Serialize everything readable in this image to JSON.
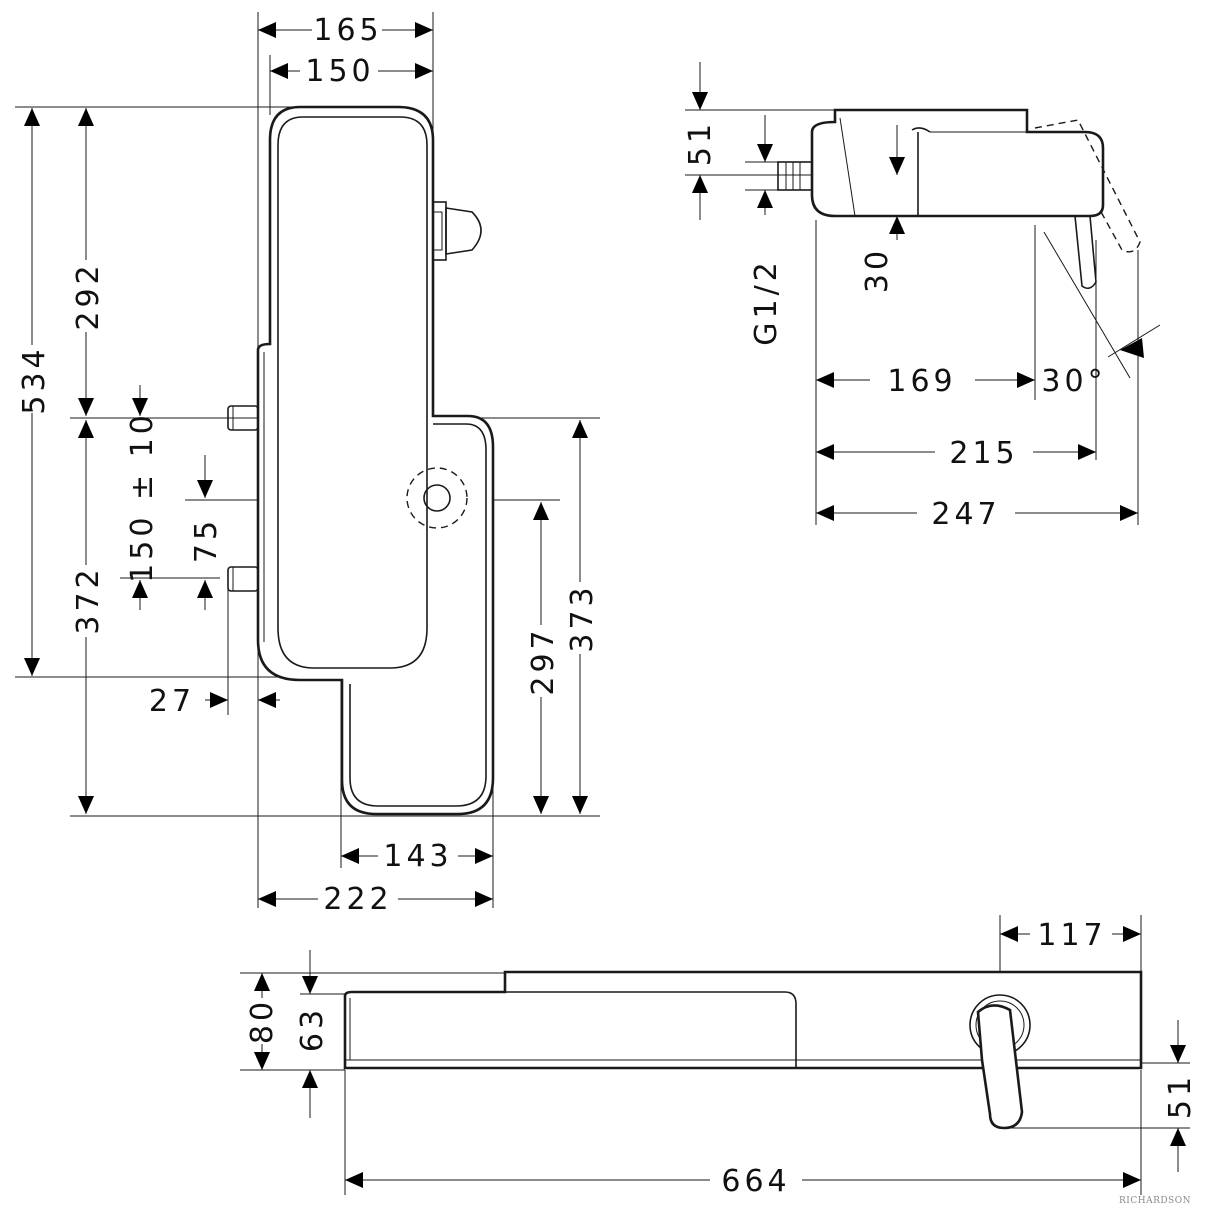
{
  "drawing": {
    "front_view": {
      "width_overall": "165",
      "width_body": "150",
      "height_overall": "534",
      "height_upper": "292",
      "height_lower": "372",
      "connection_spacing": "150 ± 10",
      "connection_offset": "75",
      "connection_depth": "27",
      "shelf_height_outer": "373",
      "shelf_height_inner": "297",
      "shelf_width": "143",
      "total_width": "222"
    },
    "side_view": {
      "height_top": "51",
      "thread": "G1/2",
      "lever_offset": "30",
      "depth_1": "169",
      "angle": "30°",
      "depth_2": "215",
      "depth_3": "247"
    },
    "top_view": {
      "lever_offset": "117",
      "height_outer": "80",
      "height_inner": "63",
      "lever_height": "51",
      "length_total": "664"
    },
    "watermark": "RICHARDSON"
  }
}
